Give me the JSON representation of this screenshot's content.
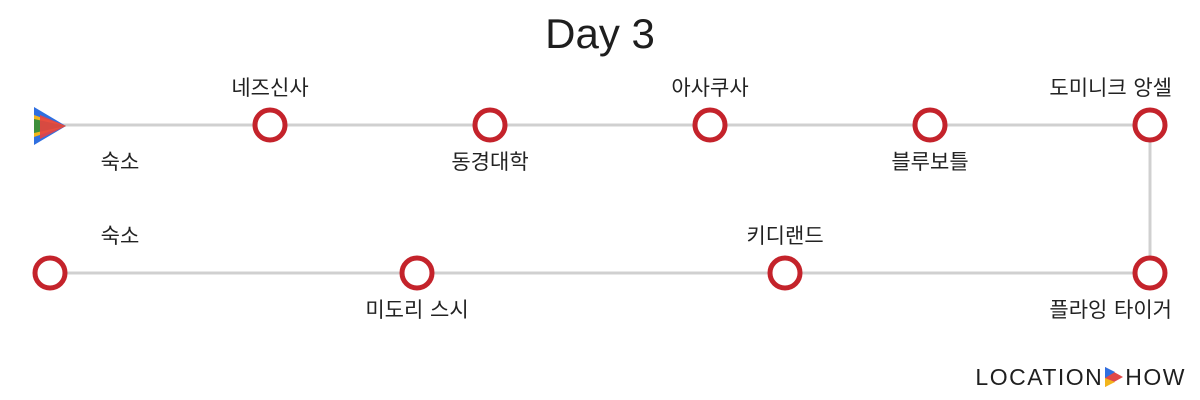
{
  "title": "Day 3",
  "stops": [
    {
      "label": "숙소",
      "kind": "start"
    },
    {
      "label": "네즈신사",
      "kind": "stop"
    },
    {
      "label": "동경대학",
      "kind": "stop"
    },
    {
      "label": "아사쿠사",
      "kind": "stop"
    },
    {
      "label": "블루보틀",
      "kind": "stop"
    },
    {
      "label": "도미니크 앙셀",
      "kind": "stop"
    },
    {
      "label": "플라잉 타이거",
      "kind": "stop"
    },
    {
      "label": "키디랜드",
      "kind": "stop"
    },
    {
      "label": "미도리 스시",
      "kind": "stop"
    },
    {
      "label": "숙소",
      "kind": "stop"
    }
  ],
  "brand": {
    "left": "LOCATION",
    "right": "HOW"
  },
  "colors": {
    "stop_ring": "#c4232b",
    "track": "#d0d0d0",
    "text": "#222222"
  },
  "icons": {
    "start": "play-logo-icon",
    "brand": "play-triangle-icon"
  }
}
